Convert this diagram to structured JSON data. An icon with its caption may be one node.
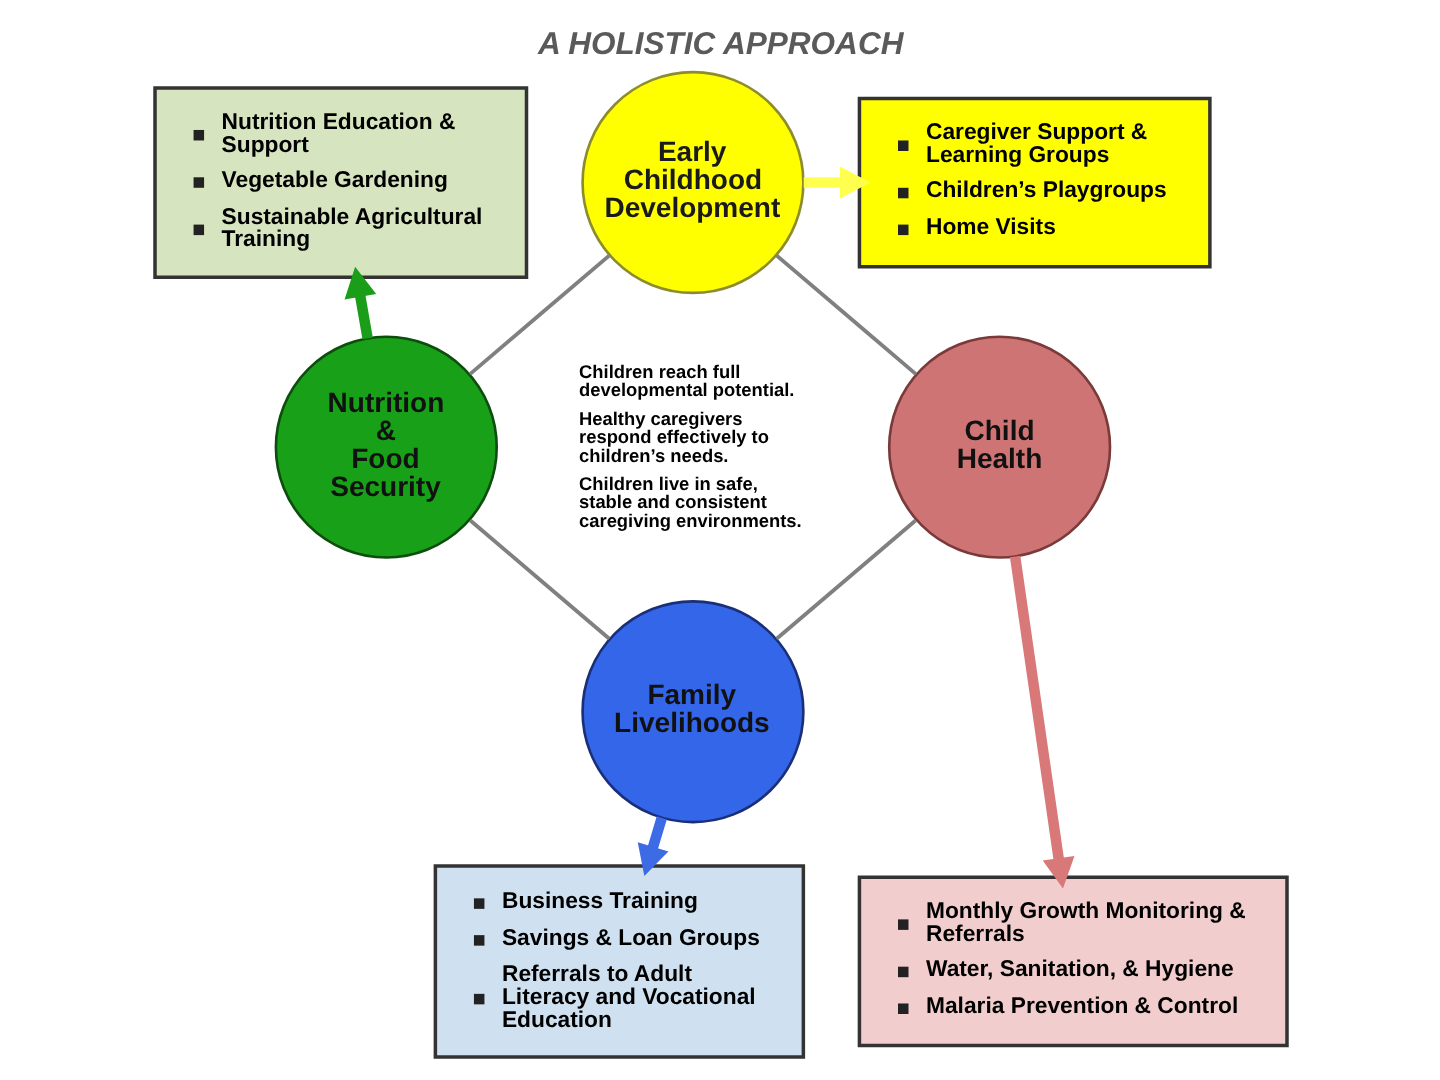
{
  "diagram": {
    "title": "A HOLISTIC APPROACH",
    "nodes": [
      {
        "text": [
          "Nutrition Education & Support",
          "Vegetable Gardening",
          "Sustainable Agricultural Training"
        ]
      },
      {
        "text": [
          "Early Childhood Development"
        ]
      },
      {
        "text": [
          "Caregiver Support & Learning Groups",
          "Children’s Playgroups",
          "Home Visits"
        ]
      },
      {
        "text": [
          "Nutrition & Food Security"
        ]
      },
      {
        "text": [
          "Child Health"
        ]
      },
      {
        "text": [
          "Business Training",
          "Savings & Loan Groups",
          "Referrals to Adult Literacy and Vocational Education"
        ]
      },
      {
        "text": [
          "Family Livelihoods"
        ]
      },
      {
        "text": [
          "Monthly Growth Monitoring & Referrals",
          "Water, Sanitation, & Hygiene",
          "Malaria Prevention & Control"
        ]
      }
    ],
    "edges": [
      {
        "from": 1,
        "to": 2,
        "arrow": "to",
        "style": "thick",
        "color": "#ffff4d"
      },
      {
        "from": 3,
        "to": 0,
        "arrow": "to",
        "style": "thick",
        "color": "#1a9e1a"
      },
      {
        "from": 1,
        "to": 3,
        "arrow": "none",
        "color": "#808080"
      },
      {
        "from": 1,
        "to": 4,
        "arrow": "none",
        "color": "#808080"
      },
      {
        "from": 3,
        "to": 6,
        "arrow": "none",
        "color": "#808080"
      },
      {
        "from": 4,
        "to": 6,
        "arrow": "none",
        "color": "#808080"
      },
      {
        "from": 4,
        "to": 7,
        "arrow": "to",
        "style": "thick",
        "color": "#d87878"
      },
      {
        "from": 6,
        "to": 5,
        "arrow": "to",
        "style": "thick",
        "color": "#3d6be6"
      }
    ],
    "labels": [
      "Children reach full developmental potential.",
      "Healthy caregivers respond effectively to children’s needs.",
      "Children live in safe, stable and consistent caregiving environments."
    ]
  }
}
